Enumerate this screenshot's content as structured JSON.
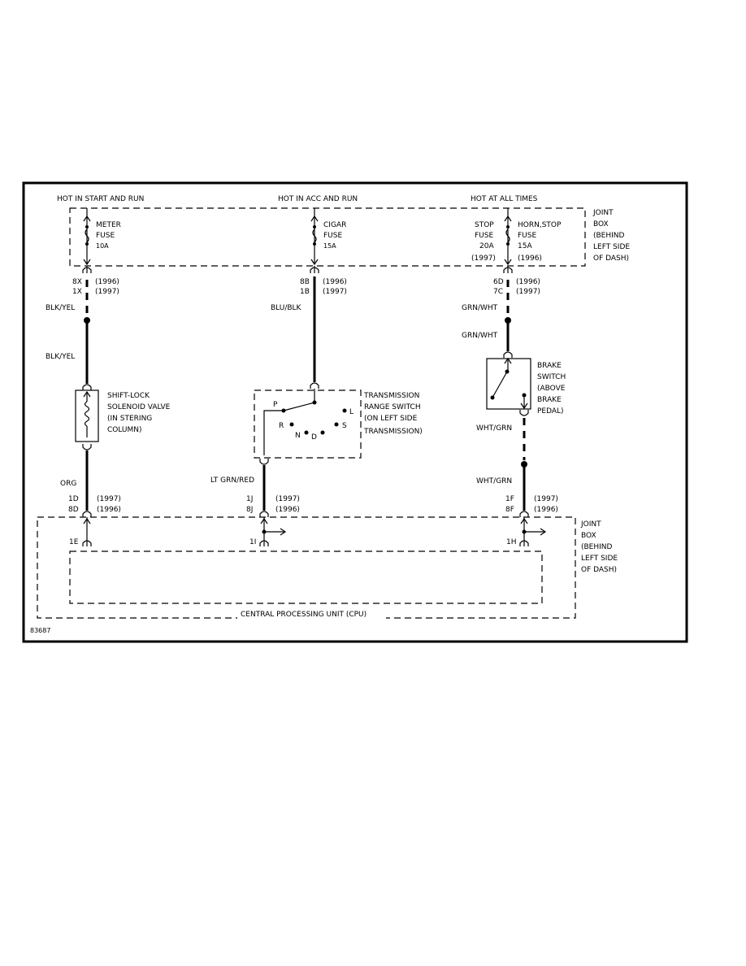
{
  "hot_labels": {
    "start_run": "HOT IN START AND RUN",
    "acc_run": "HOT IN ACC AND RUN",
    "all_times": "HOT AT ALL TIMES"
  },
  "joint_box_top": [
    "JOINT",
    "BOX",
    "(BEHIND",
    "LEFT SIDE",
    "OF DASH)"
  ],
  "joint_box_bottom": [
    "JOINT",
    "BOX",
    "(BEHIND",
    "LEFT SIDE",
    "OF DASH)"
  ],
  "meter_fuse": [
    "METER",
    "FUSE",
    "10A"
  ],
  "cigar_fuse": [
    "CIGAR",
    "FUSE",
    "15A"
  ],
  "stop_fuse": [
    "STOP",
    "FUSE",
    "20A",
    "(1997)"
  ],
  "horn_stop_fuse": [
    "HORN,STOP",
    "FUSE",
    "15A",
    "(1996)"
  ],
  "connectors_top": {
    "left_codes": [
      "8X",
      "1X"
    ],
    "left_years": [
      "(1996)",
      "(1997)"
    ],
    "mid_codes": [
      "8B",
      "1B"
    ],
    "mid_years": [
      "(1996)",
      "(1997)"
    ],
    "right_codes": [
      "6D",
      "7C"
    ],
    "right_years": [
      "(1996)",
      "(1997)"
    ]
  },
  "wires": {
    "blk_yel_1": "BLK/YEL",
    "blk_yel_2": "BLK/YEL",
    "blu_blk": "BLU/BLK",
    "grn_wht_1": "GRN/WHT",
    "grn_wht_2": "GRN/WHT",
    "wht_grn_1": "WHT/GRN",
    "wht_grn_2": "WHT/GRN",
    "org": "ORG",
    "lt_grn_red": "LT GRN/RED"
  },
  "shift_lock": [
    "SHIFT-LOCK",
    "SOLENOID VALVE",
    "(IN STERING",
    "COLUMN)"
  ],
  "trans_range": [
    "TRANSMISSION",
    "RANGE SWITCH",
    "(ON LEFT SIDE",
    "TRANSMISSION)"
  ],
  "brake_switch": [
    "BRAKE",
    "SWITCH",
    "(ABOVE",
    "BRAKE",
    "PEDAL)"
  ],
  "gear_positions": {
    "p": "P",
    "r": "R",
    "n": "N",
    "d": "D",
    "s": "S",
    "l": "L"
  },
  "connectors_bottom": {
    "left_codes": [
      "1D",
      "8D"
    ],
    "left_years": [
      "(1997)",
      "(1996)"
    ],
    "mid_codes": [
      "1J",
      "8J"
    ],
    "mid_years": [
      "(1997)",
      "(1996)"
    ],
    "right_codes": [
      "1F",
      "8F"
    ],
    "right_years": [
      "(1997)",
      "(1996)"
    ]
  },
  "cpu_pins": {
    "left": "1E",
    "mid": "1I",
    "right": "1H"
  },
  "cpu_label": "CENTRAL PROCESSING UNIT (CPU)",
  "figure_id": "83687"
}
